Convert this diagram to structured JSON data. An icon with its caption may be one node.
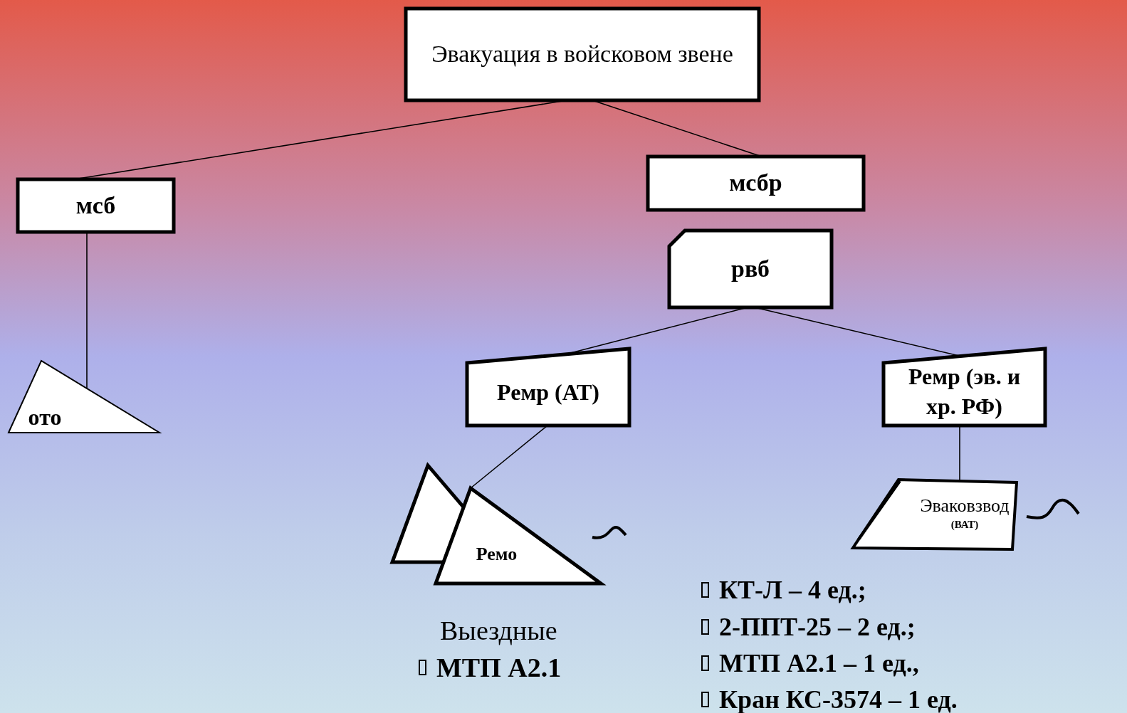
{
  "diagram": {
    "nodes": [
      {
        "text": [
          "Эвакуация в войсковом звене"
        ]
      },
      {
        "text": [
          "мсб"
        ]
      },
      {
        "text": [
          "мсбр"
        ]
      },
      {
        "text": [
          "рвб"
        ]
      },
      {
        "text": [
          "ото"
        ]
      },
      {
        "text": [
          "Ремр (АТ)"
        ]
      },
      {
        "text": [
          "Ремр (эв. и хр. РФ)"
        ]
      },
      {
        "text": [
          "Ремо"
        ]
      },
      {
        "text": [
          "Эваковзвод",
          "(ВАТ)"
        ]
      }
    ],
    "edges": [
      {
        "from": 0,
        "to": 1,
        "arrow": "none"
      },
      {
        "from": 0,
        "to": 2,
        "arrow": "none"
      },
      {
        "from": 1,
        "to": 4,
        "arrow": "none"
      },
      {
        "from": 3,
        "to": 5,
        "arrow": "none"
      },
      {
        "from": 3,
        "to": 6,
        "arrow": "none"
      },
      {
        "from": 5,
        "to": 7,
        "arrow": "none"
      },
      {
        "from": 6,
        "to": 8,
        "arrow": "none"
      }
    ],
    "labels": [
      "Выездные",
      "МТП А2.1",
      "КТ-Л – 4 ед.;",
      "2-ППТ-25 – 2 ед.;",
      "МТП А2.1 – 1 ед.,",
      "Кран КС-3574 – 1 ед."
    ]
  }
}
